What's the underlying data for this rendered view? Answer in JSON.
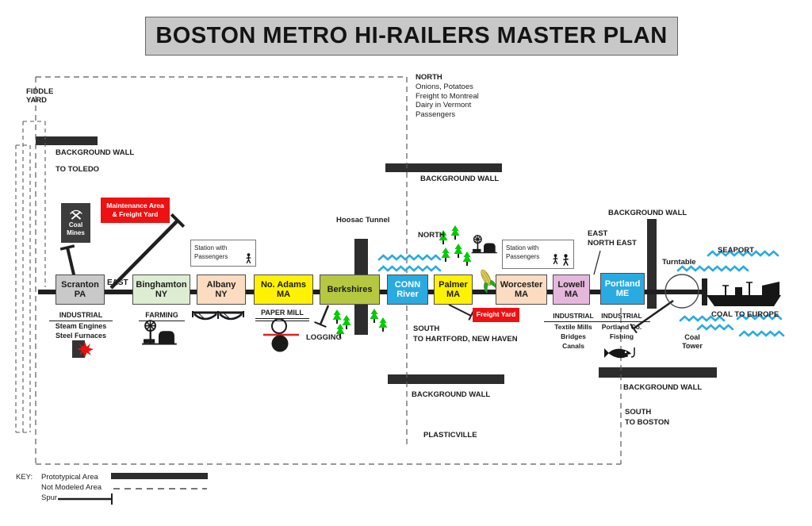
{
  "title": "BOSTON METRO HI-RAILERS MASTER PLAN",
  "colors": {
    "cyan": "#29abe2",
    "red": "#ee1111",
    "yellow": "#fef200",
    "peach": "#fbdcc1",
    "light_green": "#ddedd2",
    "olive": "#b5c83f",
    "pink": "#e6b7dd",
    "gray": "#c9c9c9",
    "wall": "#2d2d2d",
    "tree_green": "#00cc00",
    "water": "#29abe2"
  },
  "stations": [
    {
      "line1": "Scranton",
      "line2": "PA",
      "bg": "#c9c9c9"
    },
    {
      "line1": "Binghamton",
      "line2": "NY",
      "bg": "#ddedd2"
    },
    {
      "line1": "Albany",
      "line2": "NY",
      "bg": "#fbdcc1"
    },
    {
      "line1": "No. Adams",
      "line2": "MA",
      "bg": "#fef200"
    },
    {
      "line1": "Berkshires",
      "line2": "",
      "bg": "#b5c83f"
    },
    {
      "line1": "CONN",
      "line2": "River",
      "bg": "#29abe2"
    },
    {
      "line1": "Palmer",
      "line2": "MA",
      "bg": "#fef200"
    },
    {
      "line1": "Worcester",
      "line2": "MA",
      "bg": "#fbdcc1"
    },
    {
      "line1": "Lowell",
      "line2": "MA",
      "bg": "#e6b7dd"
    },
    {
      "line1": "Portland",
      "line2": "ME",
      "bg": "#29abe2"
    }
  ],
  "north_annotation": {
    "title": "NORTH",
    "notes": [
      "Onions, Potatoes",
      "Freight to Montreal",
      "Dairy in Vermont",
      "Passengers"
    ]
  },
  "labels": {
    "fiddle_line1": "FIDDLE",
    "fiddle_line2": "YARD",
    "background_wall": "BACKGROUND WALL",
    "to_toledo": "TO TOLEDO",
    "hoosac_tunnel": "Hoosac Tunnel",
    "east": "EAST",
    "north_small": "NORTH",
    "coal_line1": "Coal",
    "coal_line2": "Mines",
    "maint_line1": "Maintenance Area",
    "maint_line2": "& Freight Yard",
    "station_with": "Station with",
    "passengers": "Passengers",
    "industrial": "INDUSTRIAL",
    "steam_engines": "Steam Engines",
    "steel_furnaces": "Steel Furnaces",
    "farming": "FARMING",
    "paper_mill": "PAPER MILL",
    "logging": "LOGGING",
    "south": "SOUTH",
    "to_hartford": "TO HARTFORD, NEW HAVEN",
    "freight_yard": "Freight Yard",
    "textile_mills": "Textile Mills",
    "bridges": "Bridges",
    "canals": "Canals",
    "portland_co": "Portland Co.",
    "fishing": "Fishing",
    "ene_line1": "EAST",
    "ene_line2": "NORTH EAST",
    "turntable": "Turntable",
    "seaport": "SEAPORT",
    "coal_to_europe": "COAL TO EUROPE",
    "coal_tower_line1": "Coal",
    "coal_tower_line2": "Tower",
    "to_boston": "TO BOSTON",
    "plasticville": "PLASTICVILLE"
  },
  "key": {
    "title": "KEY:",
    "items": [
      {
        "label": "Prototypical Area"
      },
      {
        "label": "Not Modeled Area"
      },
      {
        "label": "Spur"
      }
    ]
  }
}
